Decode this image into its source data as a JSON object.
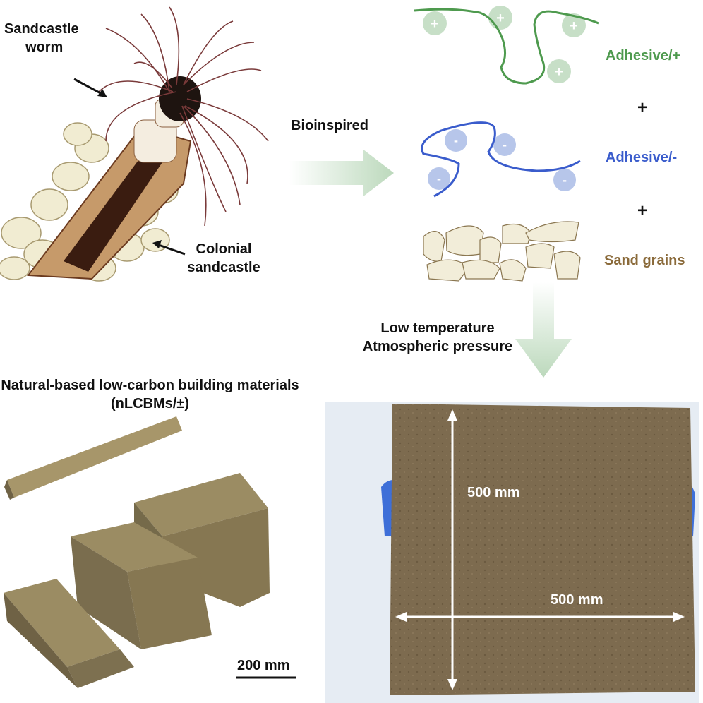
{
  "labels": {
    "worm": "Sandcastle worm",
    "worm_line1": "Sandcastle",
    "worm_line2": "worm",
    "colonial_line1": "Colonial",
    "colonial_line2": "sandcastle",
    "bioinspired": "Bioinspired",
    "adhesive_pos": "Adhesive/+",
    "adhesive_neg": "Adhesive/-",
    "plus1": "+",
    "plus2": "+",
    "sand": "Sand grains",
    "cond_line1": "Low temperature",
    "cond_line2": "Atmospheric pressure",
    "title_line1": "Natural-based low-carbon building materials",
    "title_line2": "(nLCBMs/±)",
    "scale_bar": "200 mm",
    "dim_vertical": "500 mm",
    "dim_horizontal": "500 mm",
    "charge_pos": "+",
    "charge_neg": "-"
  },
  "colors": {
    "adhesive_pos": "#4e9a4e",
    "adhesive_neg": "#3a5ccc",
    "sand": "#8a6a3a",
    "arrow": "#cfe3cf",
    "brick": "#8f8158",
    "panel": "#7d6b4f"
  }
}
